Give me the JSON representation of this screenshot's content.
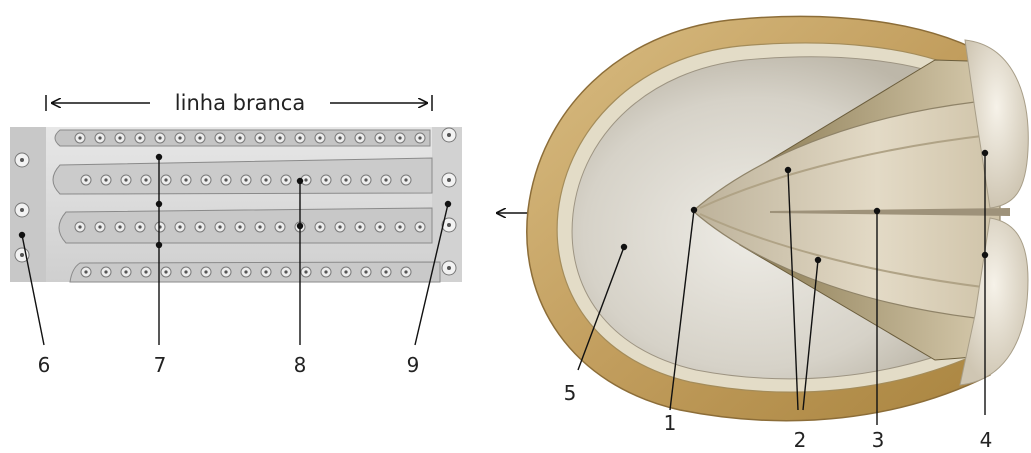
{
  "white_line": {
    "label": "linha branca"
  },
  "callouts": {
    "n1": "1",
    "n2": "2",
    "n3": "3",
    "n4": "4",
    "n5": "5",
    "n6": "6",
    "n7": "7",
    "n8": "8",
    "n9": "9"
  },
  "colors": {
    "hoof_wall": "#c9a96a",
    "hoof_wall_dark": "#9c7a42",
    "sole": "#d9d5cc",
    "frog": "#cfc3a8",
    "bulbs": "#e9e3d6",
    "micro_bg": "#dcdcdc",
    "leader": "#111111"
  }
}
